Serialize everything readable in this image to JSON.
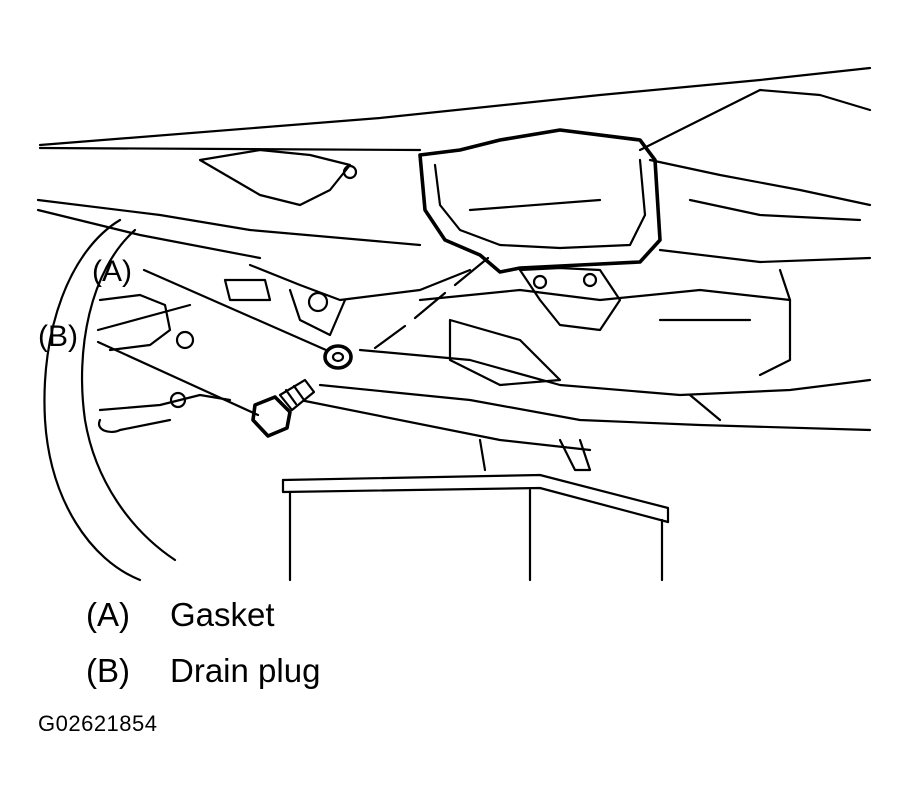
{
  "callouts": {
    "a": "(A)",
    "b": "(B)"
  },
  "legend": [
    {
      "key": "(A)",
      "label": "Gasket"
    },
    {
      "key": "(B)",
      "label": "Drain plug"
    }
  ],
  "figure_id": "G02621854"
}
